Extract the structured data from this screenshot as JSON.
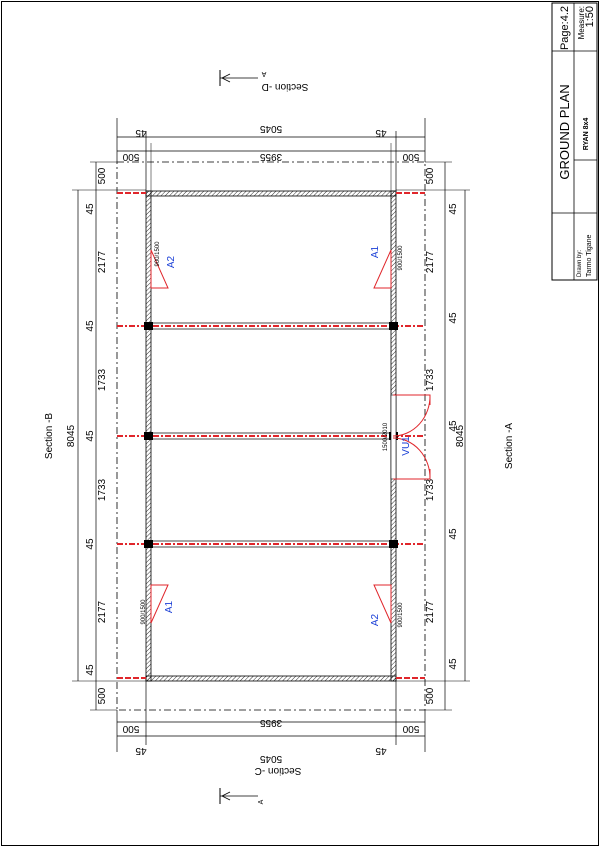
{
  "title_block": {
    "page": "Page:4.2",
    "measure_label": "Measure:",
    "measure_value": "1:50",
    "title": "GROUND PLAN",
    "project": "RYAN 8x4",
    "drawn_by_label": "Drawn by:",
    "drawn_by": "Tarmo Tigane"
  },
  "sections": {
    "a": "Section -A",
    "b": "Section -B",
    "c": "Section -C",
    "d": "Section -D",
    "marker": "A"
  },
  "dimensions": {
    "total_width": "5045",
    "inner_width": "3955",
    "overhang": "500",
    "wall": "45",
    "total_length": "8045",
    "seg_end": "2177",
    "seg_mid": "1733"
  },
  "openings": {
    "a1": "A1",
    "a2": "A2",
    "vu1": "VU1",
    "window_size": "900/1500",
    "door_size": "1500/2010"
  },
  "colors": {
    "wall_red": "#e0262b",
    "label_blue": "#1a3fd6",
    "line": "#000000"
  }
}
